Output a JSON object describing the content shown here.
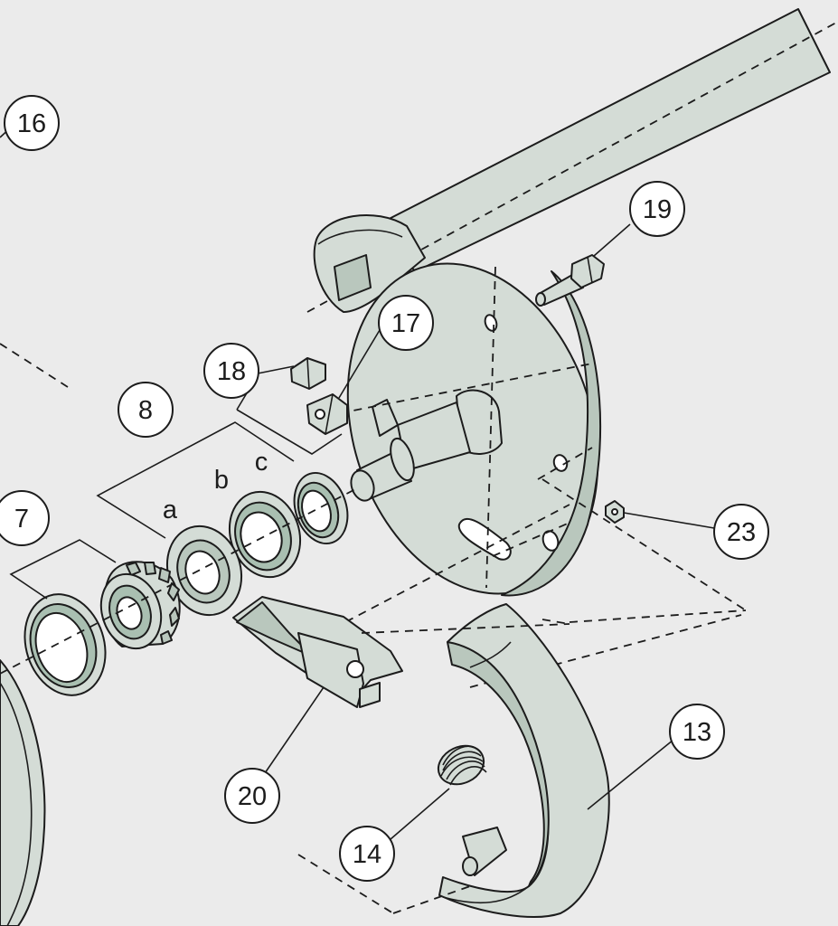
{
  "callouts": {
    "c16": "16",
    "c19": "19",
    "c17": "17",
    "c18": "18",
    "c8": "8",
    "c7": "7",
    "c23": "23",
    "c13": "13",
    "c20": "20",
    "c14": "14"
  },
  "sub_labels": {
    "a": "a",
    "b": "b",
    "c": "c"
  },
  "colors": {
    "background": "#ebebeb",
    "part_fill": "#d4dcd6",
    "part_shadow": "#b9c7bd",
    "outline": "#1c1c1c"
  }
}
